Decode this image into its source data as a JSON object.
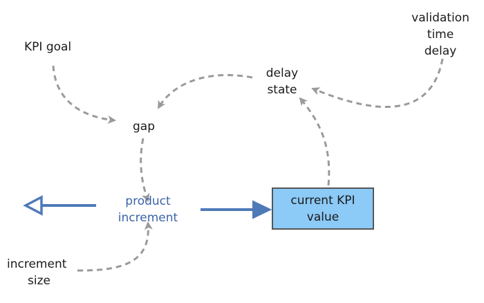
{
  "colors": {
    "link": "#9a9a9a",
    "flow_pipe": "#4f7ab8",
    "flow_label": "#3b63a8",
    "stock_fill": "#8ccaf7",
    "stock_border": "#555555",
    "text": "#1a1a1a"
  },
  "nodes": {
    "kpi_goal": "KPI goal",
    "validation_time_delay": [
      "validation",
      "time",
      "delay"
    ],
    "delay_state": [
      "delay",
      "state"
    ],
    "gap": "gap",
    "product_increment": [
      "product",
      "increment"
    ],
    "current_kpi_value": [
      "current KPI",
      "value"
    ],
    "increment_size": [
      "increment",
      "size"
    ]
  }
}
